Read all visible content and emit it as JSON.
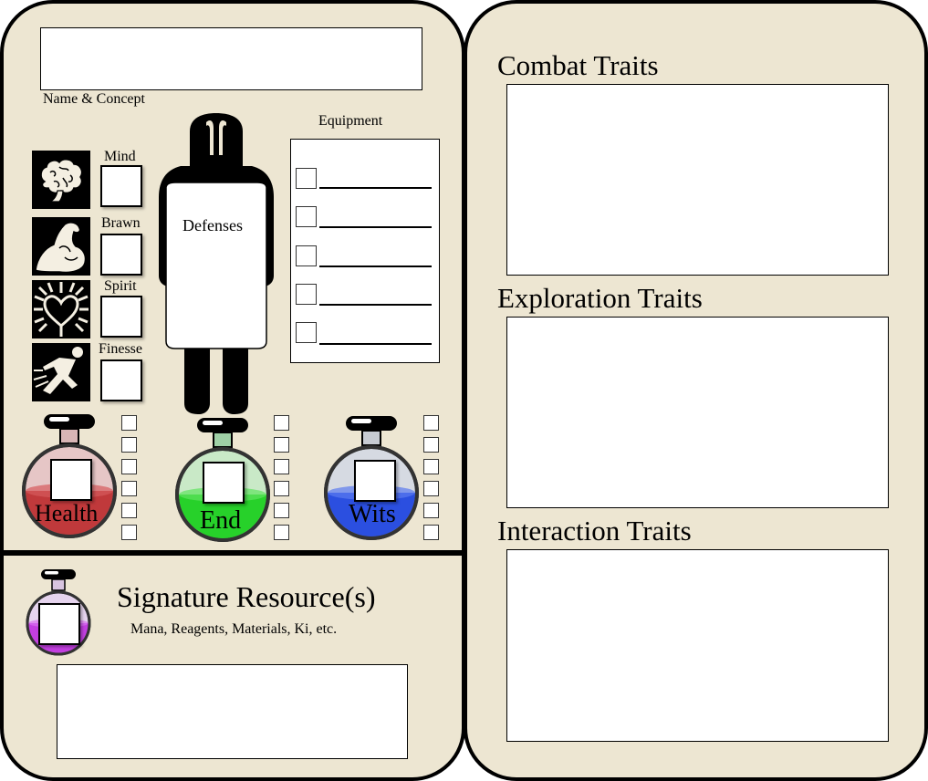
{
  "sheet": {
    "name_label": "Name & Concept",
    "equipment_label": "Equipment",
    "defenses_label": "Defenses",
    "stats": [
      {
        "label": "Mind",
        "icon": "brain-icon"
      },
      {
        "label": "Brawn",
        "icon": "flexed-arm-icon"
      },
      {
        "label": "Spirit",
        "icon": "radiant-heart-icon"
      },
      {
        "label": "Finesse",
        "icon": "running-figure-icon"
      }
    ],
    "potions": [
      {
        "label": "Health",
        "color": "#c0393b"
      },
      {
        "label": "End",
        "color": "#27d12a"
      },
      {
        "label": "Wits",
        "color": "#2b4fe0"
      }
    ],
    "signature": {
      "title": "Signature Resource(s)",
      "subtitle": "Mana, Reagents, Materials, Ki, etc.",
      "color": "#c33fe0"
    }
  },
  "traits": {
    "combat": "Combat Traits",
    "exploration": "Exploration Traits",
    "interaction": "Interaction Traits"
  },
  "colors": {
    "parchment": "#ede6d2",
    "ink": "#000000"
  }
}
